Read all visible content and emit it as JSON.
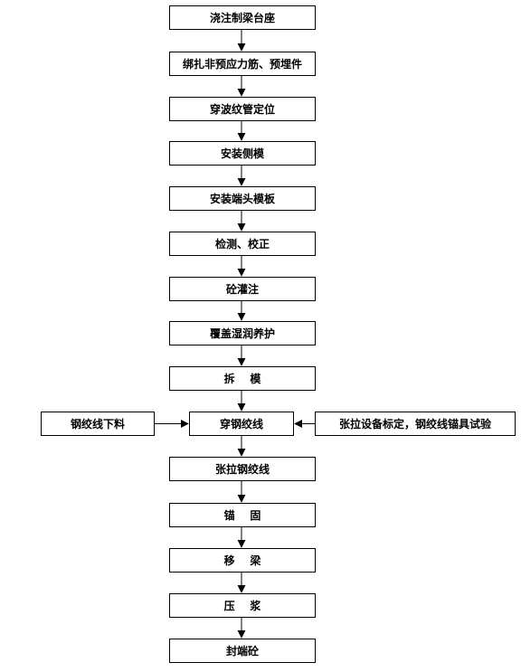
{
  "steps": [
    "浇注制梁台座",
    "绑扎非预应力筋、预埋件",
    "穿波纹管定位",
    "安装侧模",
    "安装端头模板",
    "检测、校正",
    "砼灌注",
    "覆盖湿润养护",
    "拆    模",
    "穿钢绞线",
    "张拉钢绞线",
    "锚    固",
    "移    梁",
    "压    浆",
    "封端砼"
  ],
  "side_inputs": {
    "left": "钢绞线下料",
    "right": "张拉设备标定，钢绞线锚具试验"
  }
}
